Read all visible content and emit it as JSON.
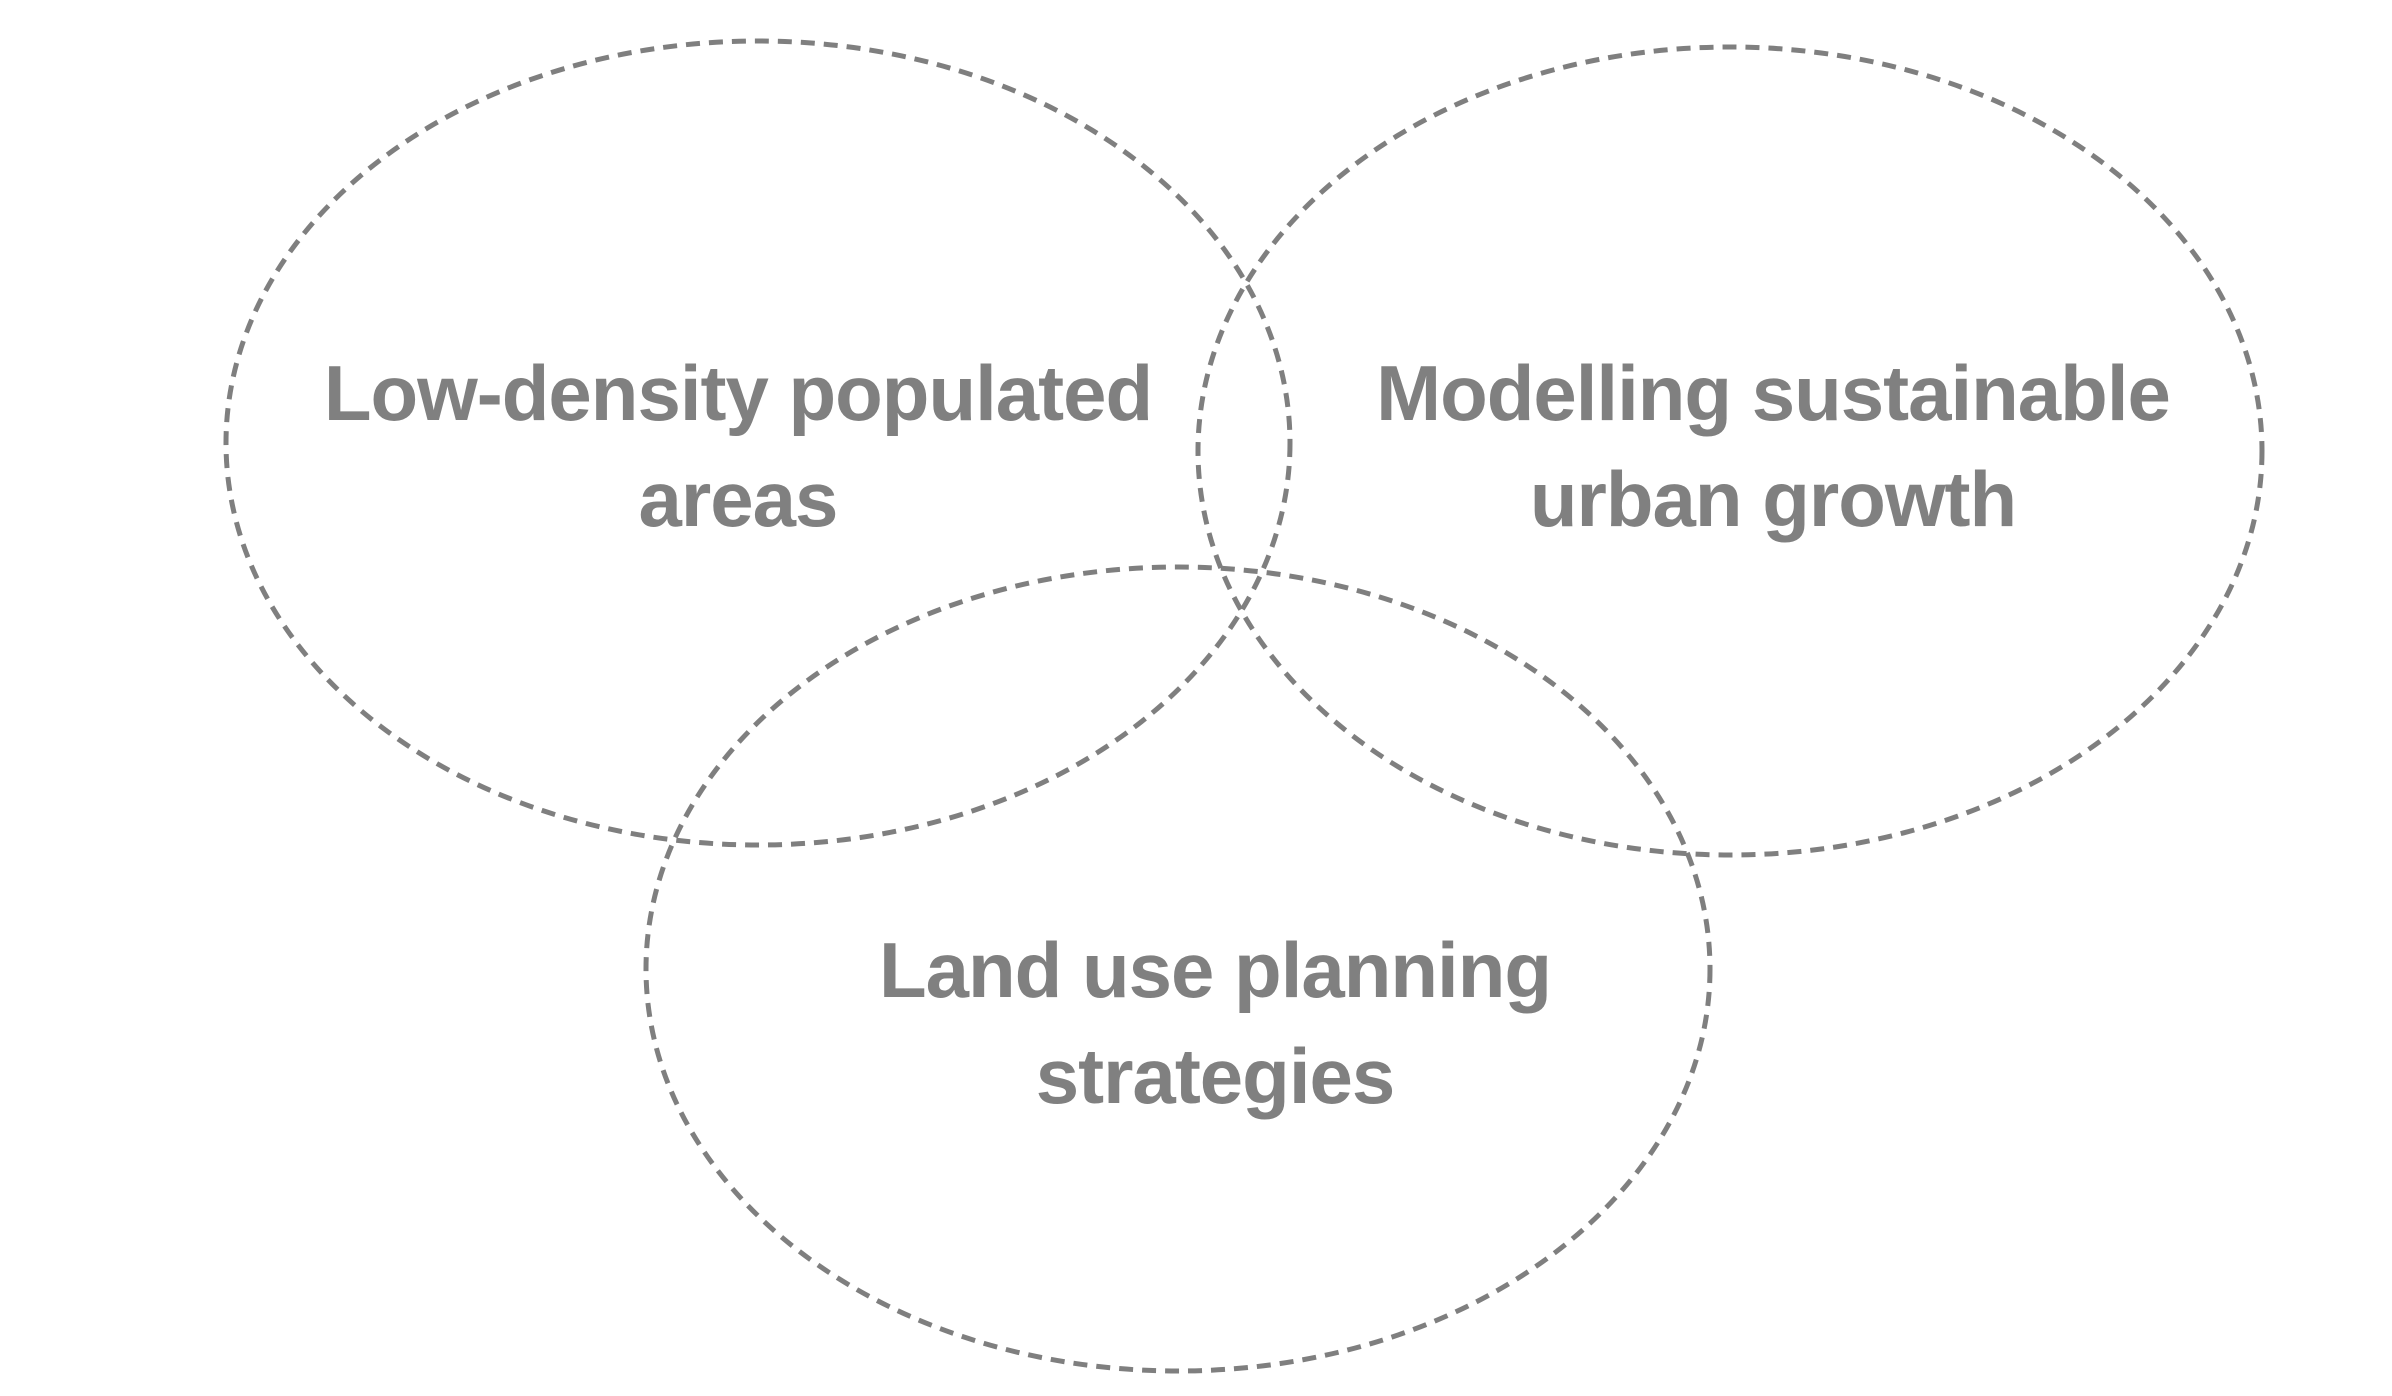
{
  "diagram": {
    "type": "venn",
    "border_color": "#7f7f7f",
    "text_color": "#808080",
    "sets": [
      {
        "id": "left",
        "lines": [
          "Low-density populated",
          "areas"
        ]
      },
      {
        "id": "right",
        "lines": [
          "Modelling sustainable",
          "urban growth"
        ]
      },
      {
        "id": "bottom",
        "lines": [
          "Land use planning",
          "strategies"
        ]
      }
    ]
  }
}
